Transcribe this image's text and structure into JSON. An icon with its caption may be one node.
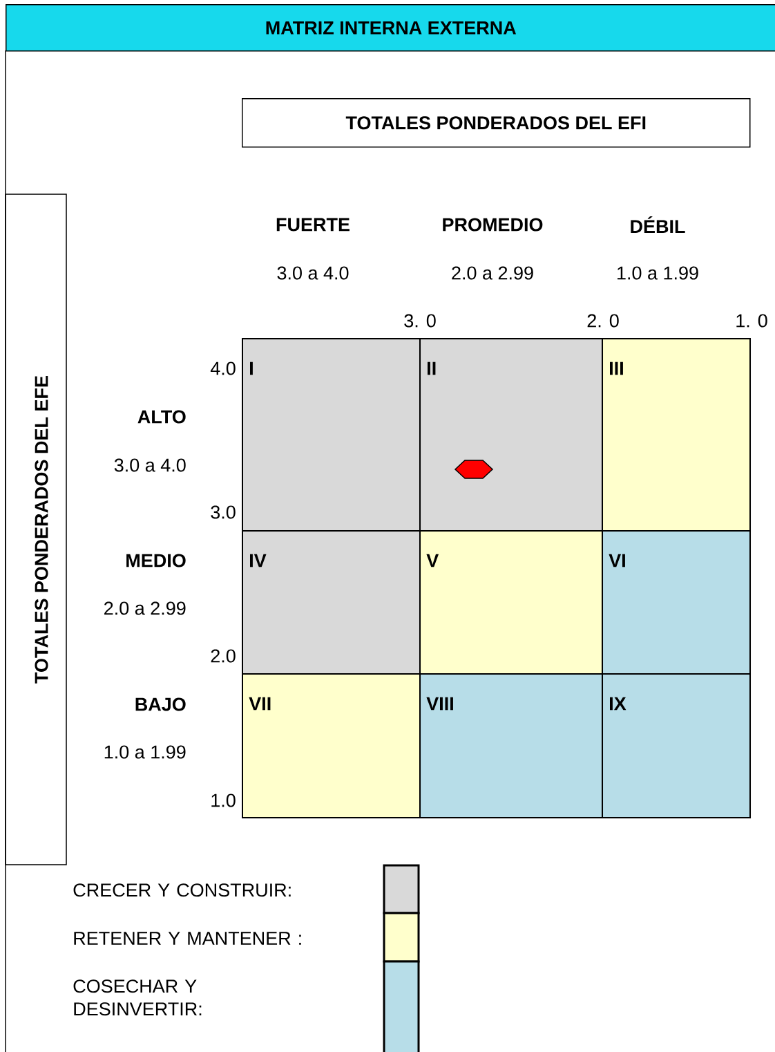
{
  "diagram": {
    "title": "MATRIZ INTERNA EXTERNA",
    "nodes": [
      {
        "text": [
          "TOTALES PONDERADOS DEL EFI"
        ]
      },
      {
        "text": [
          "TOTALES PONDERADOS DEL EFE"
        ]
      },
      {
        "text": [
          "I"
        ]
      },
      {
        "text": [
          "II"
        ]
      },
      {
        "text": [
          "III"
        ]
      },
      {
        "text": [
          "IV"
        ]
      },
      {
        "text": [
          "V"
        ]
      },
      {
        "text": [
          "VI"
        ]
      },
      {
        "text": [
          "VII"
        ]
      },
      {
        "text": [
          "VIII"
        ]
      },
      {
        "text": [
          "IX"
        ]
      },
      {
        "text": [],
        "shape": "hexagon",
        "in": 3
      }
    ],
    "labels": [
      "FUERTE",
      "PROMEDIO",
      "DÉBIL",
      "3.0 a 4.0",
      "2.0 a 2.99",
      "1.0 a 1.99",
      "3. 0",
      "2. 0",
      "1. 0",
      "4.0",
      "ALTO",
      "3.0 a 4.0",
      "3.0",
      "MEDIO",
      "2.0 a 2.99",
      "2.0",
      "BAJO",
      "1.0 a 1.99",
      "1.0"
    ],
    "legend": [
      {
        "text": "CRECER Y CONSTRUIR:",
        "color": "#d9d9d9"
      },
      {
        "text": "RETENER Y MANTENER :",
        "color": "#ffffcc"
      },
      {
        "text": "COSECHAR Y DESINVERTIR:",
        "color": "#b7dde8"
      }
    ]
  }
}
